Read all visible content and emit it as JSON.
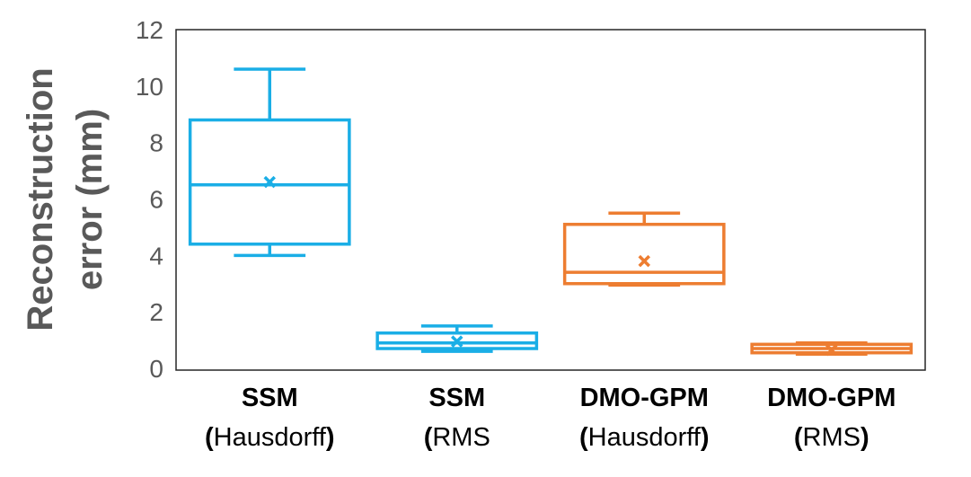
{
  "chart_data": {
    "type": "box",
    "ylabel_lines": [
      "Reconstruction",
      "error (mm)"
    ],
    "ylim": [
      0,
      12
    ],
    "yticks": [
      "0",
      "2",
      "4",
      "6",
      "8",
      "10",
      "12"
    ],
    "grid": false,
    "legend": "none",
    "categories": [
      {
        "line1": "SSM",
        "line2_open": "(",
        "line2_text": "Hausdorff",
        "line2_close": ")"
      },
      {
        "line1": "SSM",
        "line2_open": "(",
        "line2_text": "RMS",
        "line2_close": ""
      },
      {
        "line1": "DMO-GPM",
        "line2_open": "(",
        "line2_text": "Hausdorff",
        "line2_close": ")"
      },
      {
        "line1": "DMO-GPM",
        "line2_open": "(",
        "line2_text": "RMS",
        "line2_close": ")"
      }
    ],
    "boxes": [
      {
        "min": 4.0,
        "q1": 4.4,
        "median": 6.5,
        "q3": 8.8,
        "max": 10.6,
        "mean": 6.6,
        "color": "#1aaee6"
      },
      {
        "min": 0.6,
        "q1": 0.7,
        "median": 0.9,
        "q3": 1.25,
        "max": 1.5,
        "mean": 0.95,
        "color": "#1aaee6"
      },
      {
        "min": 2.95,
        "q1": 3.0,
        "median": 3.4,
        "q3": 5.1,
        "max": 5.5,
        "mean": 3.8,
        "color": "#ed7d31"
      },
      {
        "min": 0.5,
        "q1": 0.55,
        "median": 0.7,
        "q3": 0.85,
        "max": 0.9,
        "mean": 0.65,
        "color": "#ed7d31"
      }
    ]
  }
}
